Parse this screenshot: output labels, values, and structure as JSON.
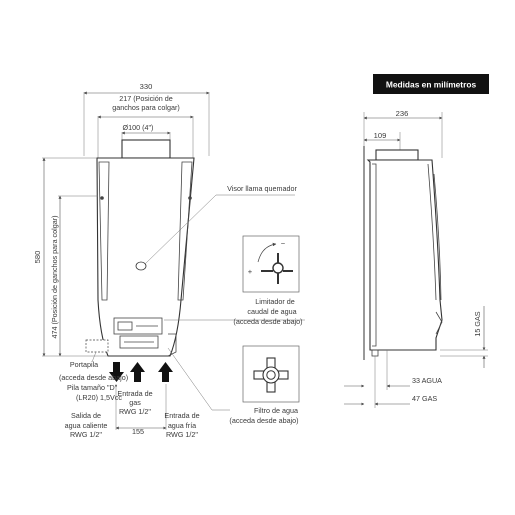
{
  "header": {
    "title": "Medidas en milímetros"
  },
  "front_view": {
    "width_total": "330",
    "hook_width_line1": "217 (Posición de",
    "hook_width_line2": "ganchos para colgar)",
    "flue_diameter": "Ø100 (4\")",
    "height_total": "580",
    "hook_height": "474 (Posición de ganchos para colgar)",
    "connection_spacing": "155"
  },
  "side_view": {
    "depth_total": "236",
    "flue_offset": "109",
    "gas_height": "15 GAS",
    "water_offset": "33 AGUA",
    "gas_offset": "47 GAS"
  },
  "callouts": {
    "flame_viewer": "Visor llama quemador",
    "flow_limiter_line1": "Limitador de",
    "flow_limiter_line2": "caudal de agua",
    "flow_limiter_line3": "(acceda desde abajo)",
    "water_filter_line1": "Filtro de agua",
    "water_filter_line2": "(acceda desde abajo)",
    "battery_line1": "Portapila",
    "battery_line2": "(acceda desde abajo)",
    "battery_line3": "Pila tamaño \"D\"",
    "battery_line4": "(LR20) 1,5Vcc",
    "gas_inlet_line1": "Entrada de",
    "gas_inlet_line2": "gas",
    "gas_inlet_line3": "RWG 1/2\"",
    "hot_water_line1": "Salida de",
    "hot_water_line2": "agua caliente",
    "hot_water_line3": "RWG 1/2\"",
    "cold_water_line1": "Entrada de",
    "cold_water_line2": "agua fría",
    "cold_water_line3": "RWG 1/2\""
  },
  "icons": {
    "limiter_dial": "limiter-dial-icon",
    "filter_knob": "filter-knob-icon",
    "plus_symbol": "+",
    "minus_symbol": "−"
  }
}
